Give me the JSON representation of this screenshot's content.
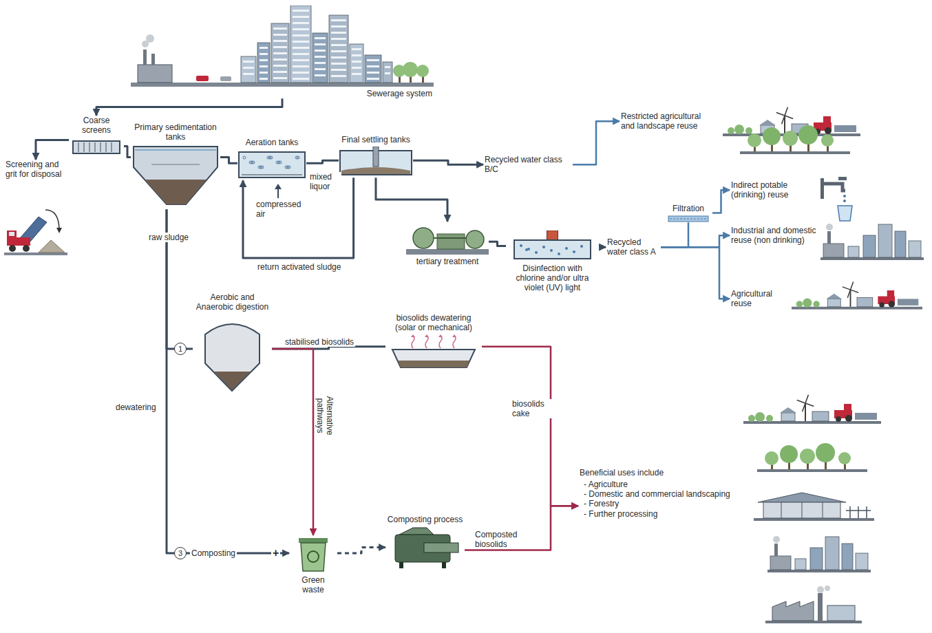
{
  "diagram": {
    "nodes": [
      {
        "text": [
          "Sewerage system"
        ]
      },
      {
        "text": [
          "Coarse screens"
        ]
      },
      {
        "text": [
          "Screening and grit for disposal"
        ]
      },
      {
        "text": [
          "Primary sedimentation tanks"
        ]
      },
      {
        "text": [
          "Aeration tanks"
        ]
      },
      {
        "text": [
          "Final settling tanks"
        ]
      },
      {
        "text": [
          "Recycled water class B/C"
        ]
      },
      {
        "text": [
          "Restricted agricultural and landscape reuse"
        ]
      },
      {
        "text": [
          "tertiary treatment"
        ]
      },
      {
        "text": [
          "Disinfection with chlorine and/or ultra violet (UV) light"
        ]
      },
      {
        "text": [
          "Recycled water class A"
        ]
      },
      {
        "text": [
          "Filtration"
        ]
      },
      {
        "text": [
          "Indirect potable (drinking) reuse"
        ]
      },
      {
        "text": [
          "Industrial and domestic reuse (non drinking)"
        ]
      },
      {
        "text": [
          "Agricultural reuse"
        ]
      },
      {
        "text": [
          "Aerobic and Anaerobic digestion"
        ]
      },
      {
        "text": [
          "biosolids dewatering (solar or mechanical)"
        ]
      },
      {
        "text": [
          "Green waste"
        ]
      },
      {
        "text": [
          "Composting process"
        ]
      },
      {
        "text": [
          "Beneficial uses include",
          "- Agriculture",
          "- Domestic and commercial landscaping",
          "- Forestry",
          "- Further processing"
        ]
      }
    ],
    "edges": [
      {
        "from": 0,
        "to": 1,
        "arrow": "to"
      },
      {
        "from": 1,
        "to": 2,
        "arrow": "to"
      },
      {
        "from": 1,
        "to": 3,
        "arrow": "none"
      },
      {
        "from": 3,
        "to": 4,
        "arrow": "none"
      },
      {
        "from": 4,
        "to": 5,
        "label": "mixed liquor",
        "arrow": "none"
      },
      {
        "from": 5,
        "to": 6,
        "arrow": "to"
      },
      {
        "from": 6,
        "to": 7,
        "arrow": "to"
      },
      {
        "from": 5,
        "to": 8,
        "arrow": "to"
      },
      {
        "from": 5,
        "to": 4,
        "label": "return activated sludge",
        "arrow": "to"
      },
      {
        "from": 8,
        "to": 9,
        "arrow": "none"
      },
      {
        "from": 9,
        "to": 10,
        "arrow": "to"
      },
      {
        "from": 10,
        "to": 11,
        "arrow": "none"
      },
      {
        "from": 11,
        "to": 12,
        "arrow": "to"
      },
      {
        "from": 10,
        "to": 13,
        "arrow": "to"
      },
      {
        "from": 10,
        "to": 14,
        "arrow": "to"
      },
      {
        "from": 3,
        "to": 15,
        "label": "raw sludge",
        "arrow": "none"
      },
      {
        "from": 15,
        "to": 16,
        "label": "stabilised biosolids",
        "arrow": "none"
      },
      {
        "from": 15,
        "to": 17,
        "label": "Alternative pathways",
        "arrow": "to"
      },
      {
        "from": 16,
        "to": 19,
        "label": "biosolids cake",
        "arrow": "to"
      },
      {
        "from": 3,
        "to": 17,
        "label": "Composting",
        "arrow": "to"
      },
      {
        "from": 17,
        "to": 18,
        "arrow": "to"
      },
      {
        "from": 18,
        "to": 19,
        "label": "Composted biosolids",
        "arrow": "to"
      }
    ],
    "labels": [
      "compressed air",
      "1",
      "dewatering",
      "3",
      "+"
    ]
  }
}
